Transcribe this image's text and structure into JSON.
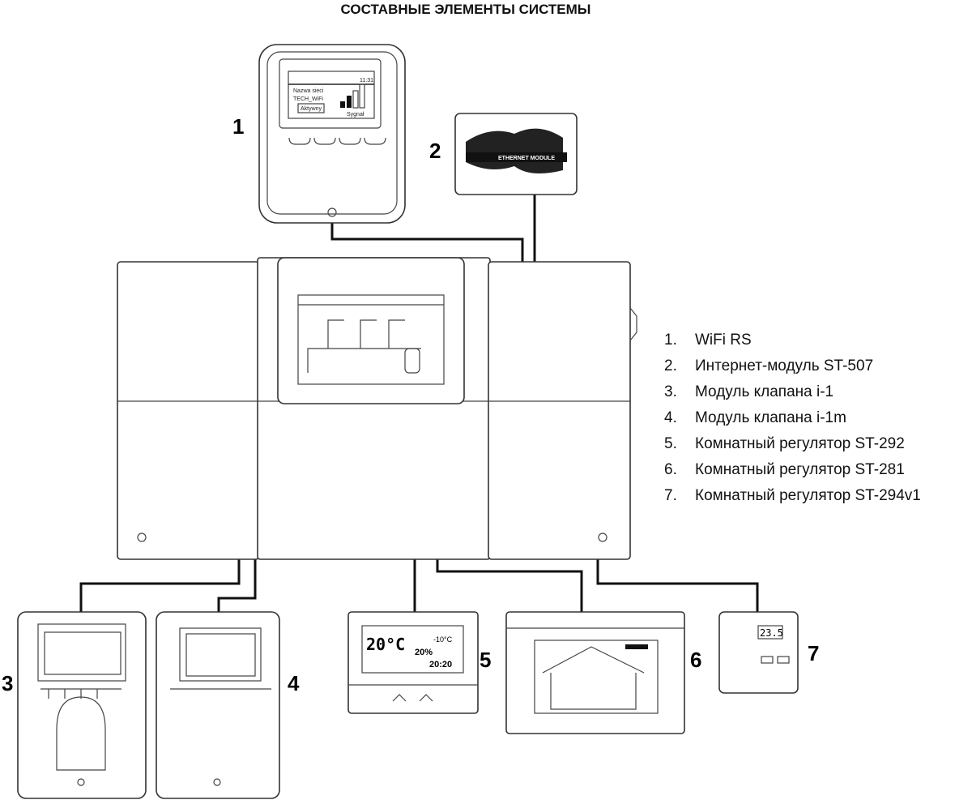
{
  "title": "СОСТАВНЫЕ ЭЛЕМЕНТЫ СИСТЕМЫ",
  "legend": [
    {
      "num": "1.",
      "label": "WiFi RS"
    },
    {
      "num": "2.",
      "label": "Интернет-модуль ST-507"
    },
    {
      "num": "3.",
      "label": "Модуль клапана i-1"
    },
    {
      "num": "4.",
      "label": "Модуль клапана i-1m"
    },
    {
      "num": "5.",
      "label": "Комнатный регулятор ST-292"
    },
    {
      "num": "6.",
      "label": "Комнатный регулятор ST-281"
    },
    {
      "num": "7.",
      "label": "Комнатный регулятор ST-294v1"
    }
  ],
  "callouts": [
    "1",
    "2",
    "3",
    "4",
    "5",
    "6",
    "7"
  ],
  "devices": {
    "wifi": {
      "time": "11:31",
      "network_label": "Nazwa sieci",
      "network": "TECH_WiFi",
      "status": "Aktywny",
      "signal": "Sygnał"
    },
    "ethernet": {
      "label": "ETHERNET MODULE"
    },
    "st292": {
      "temp": "20°C",
      "outdoor": "-10°C",
      "set": "20%",
      "clock": "20:20"
    },
    "st294": {
      "temp": "23.5"
    }
  }
}
